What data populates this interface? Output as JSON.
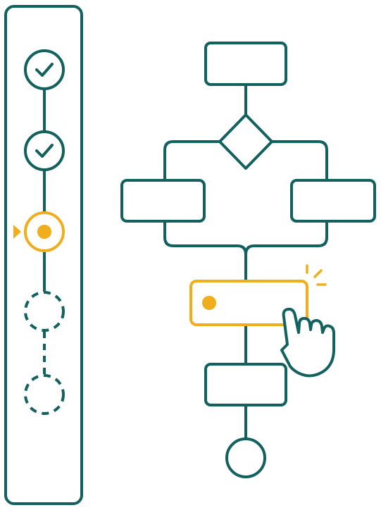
{
  "colors": {
    "primary": "#12615f",
    "accent": "#f0ae1d",
    "background": "#ffffff"
  },
  "stepper": {
    "steps": [
      {
        "state": "completed",
        "icon": "check-icon"
      },
      {
        "state": "completed",
        "icon": "check-icon"
      },
      {
        "state": "current",
        "icon": "dot-icon"
      },
      {
        "state": "pending",
        "icon": ""
      },
      {
        "state": "pending",
        "icon": ""
      }
    ],
    "current_indicator_icon": "triangle-right-icon"
  },
  "flowchart": {
    "nodes": [
      {
        "id": "start",
        "shape": "rectangle"
      },
      {
        "id": "decision",
        "shape": "diamond"
      },
      {
        "id": "branch-left",
        "shape": "rectangle"
      },
      {
        "id": "branch-right",
        "shape": "rectangle"
      },
      {
        "id": "selected-step",
        "shape": "rectangle",
        "state": "highlighted",
        "icon": "dot-icon"
      },
      {
        "id": "step-after",
        "shape": "rectangle"
      },
      {
        "id": "end",
        "shape": "circle"
      }
    ],
    "pointer_icon": "pointing-hand-icon",
    "click_indicator_icon": "click-sparkle-icon"
  }
}
